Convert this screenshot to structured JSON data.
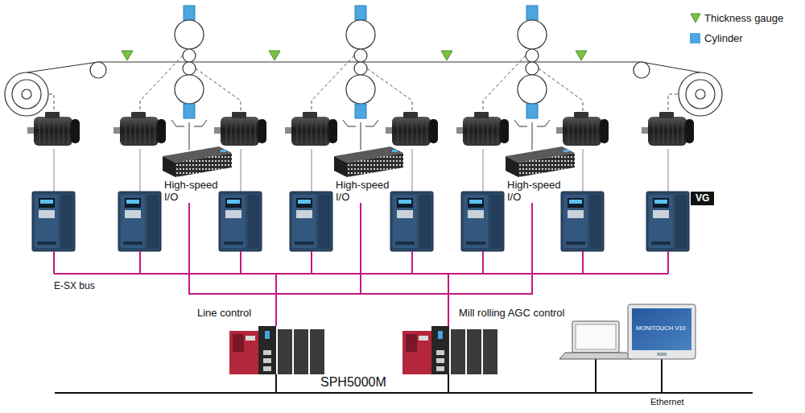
{
  "diagram": {
    "nodes": [
      {
        "text": [
          "High-speed I/O"
        ]
      },
      {
        "text": [
          "High-speed I/O"
        ]
      },
      {
        "text": [
          "High-speed I/O"
        ]
      },
      {
        "text": [
          "VG"
        ]
      },
      {
        "text": [
          "Line control"
        ]
      },
      {
        "text": [
          "Mill rolling AGC control"
        ]
      }
    ],
    "edges": [
      {
        "from": 0,
        "to": 4,
        "arrow": "none"
      },
      {
        "from": 0,
        "to": 5,
        "arrow": "none"
      },
      {
        "from": 1,
        "to": 4,
        "arrow": "none"
      },
      {
        "from": 1,
        "to": 5,
        "arrow": "none"
      },
      {
        "from": 2,
        "to": 4,
        "arrow": "none"
      },
      {
        "from": 2,
        "to": 5,
        "arrow": "none"
      }
    ],
    "labels": [
      "E-SX bus",
      "MONITOUCH V10",
      "SPH5000M",
      "Ethernet"
    ],
    "legend": [
      {
        "text": "Thickness gauge"
      },
      {
        "text": "Cylinder",
        "color": "#4da6e0"
      }
    ]
  }
}
